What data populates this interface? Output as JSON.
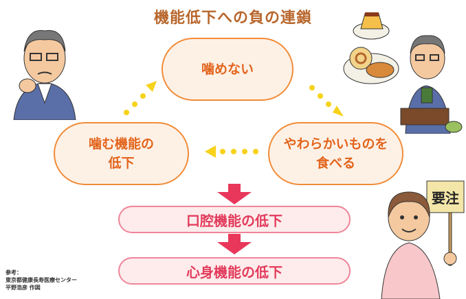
{
  "title": "機能低下への負の連鎖",
  "cycle": {
    "top": "噛めない",
    "right": [
      "やわらかいものを",
      "食べる"
    ],
    "left": [
      "噛む機能の",
      "低下"
    ]
  },
  "chain": [
    "口腔機能の低下",
    "心身機能の低下"
  ],
  "sign": "要注",
  "credit": [
    "参考：",
    "東京都健康長寿医療センター",
    "平野浩彦 作図"
  ],
  "colors": {
    "title": "#b8662c",
    "orange": "#f28b36",
    "red": "#e8375a",
    "dots": "#f7d21a"
  }
}
